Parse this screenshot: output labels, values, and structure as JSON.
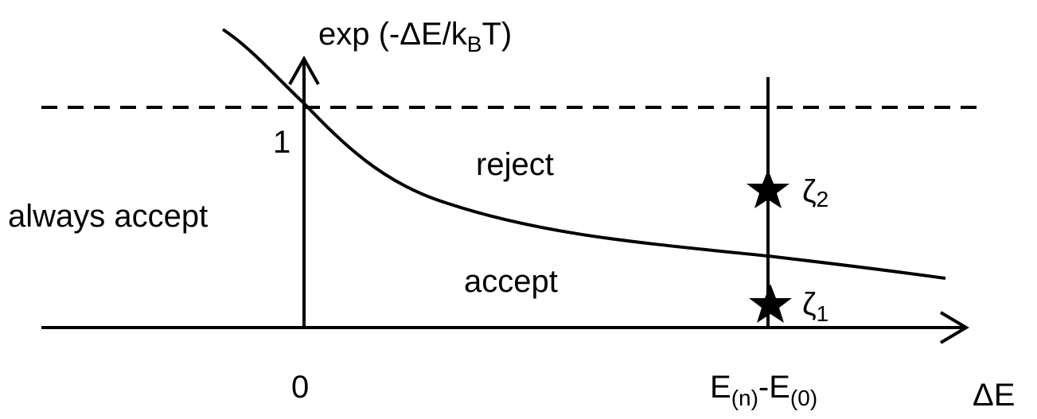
{
  "y_axis_label": {
    "prefix": "exp (-ΔE/k",
    "subscript": "B",
    "suffix": "T)"
  },
  "x_axis_label": "ΔE",
  "y_tick_one": "1",
  "x_tick_zero": "0",
  "x_tick_energy": {
    "e1": "E",
    "sub1": "(n)",
    "dash": "-E",
    "sub2": "(0)"
  },
  "region_labels": {
    "always_accept": "always accept",
    "reject": "reject",
    "accept": "accept"
  },
  "random_numbers": [
    {
      "symbol": "ζ",
      "subscript": "2"
    },
    {
      "symbol": "ζ",
      "subscript": "1"
    }
  ],
  "colors": {
    "ink": "#000000",
    "background": "#ffffff"
  }
}
